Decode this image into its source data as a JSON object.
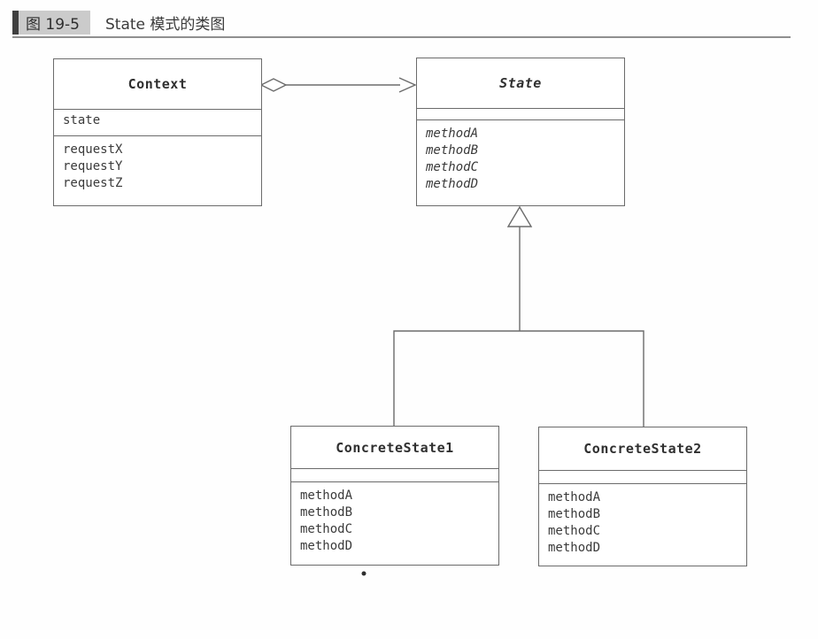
{
  "figure_header": {
    "label": "图 19-5",
    "title": "State 模式的类图"
  },
  "classes": {
    "context": {
      "name": "Context",
      "abstract": false,
      "attributes": [
        "state"
      ],
      "methods": [
        "requestX",
        "requestY",
        "requestZ"
      ]
    },
    "state": {
      "name": "State",
      "abstract": true,
      "attributes": [],
      "methods": [
        "methodA",
        "methodB",
        "methodC",
        "methodD"
      ]
    },
    "concrete1": {
      "name": "ConcreteState1",
      "abstract": false,
      "attributes": [],
      "methods": [
        "methodA",
        "methodB",
        "methodC",
        "methodD"
      ]
    },
    "concrete2": {
      "name": "ConcreteState2",
      "abstract": false,
      "attributes": [],
      "methods": [
        "methodA",
        "methodB",
        "methodC",
        "methodD"
      ]
    }
  },
  "relationships": [
    {
      "type": "aggregation",
      "from": "Context",
      "to": "State"
    },
    {
      "type": "generalization",
      "from": "ConcreteState1",
      "to": "State"
    },
    {
      "type": "generalization",
      "from": "ConcreteState2",
      "to": "State"
    }
  ],
  "colors": {
    "line": "#6b6b6b",
    "text": "#3a3a3a",
    "header_chip_bg": "#cbcbcb",
    "header_bar": "#3f3f3f"
  }
}
